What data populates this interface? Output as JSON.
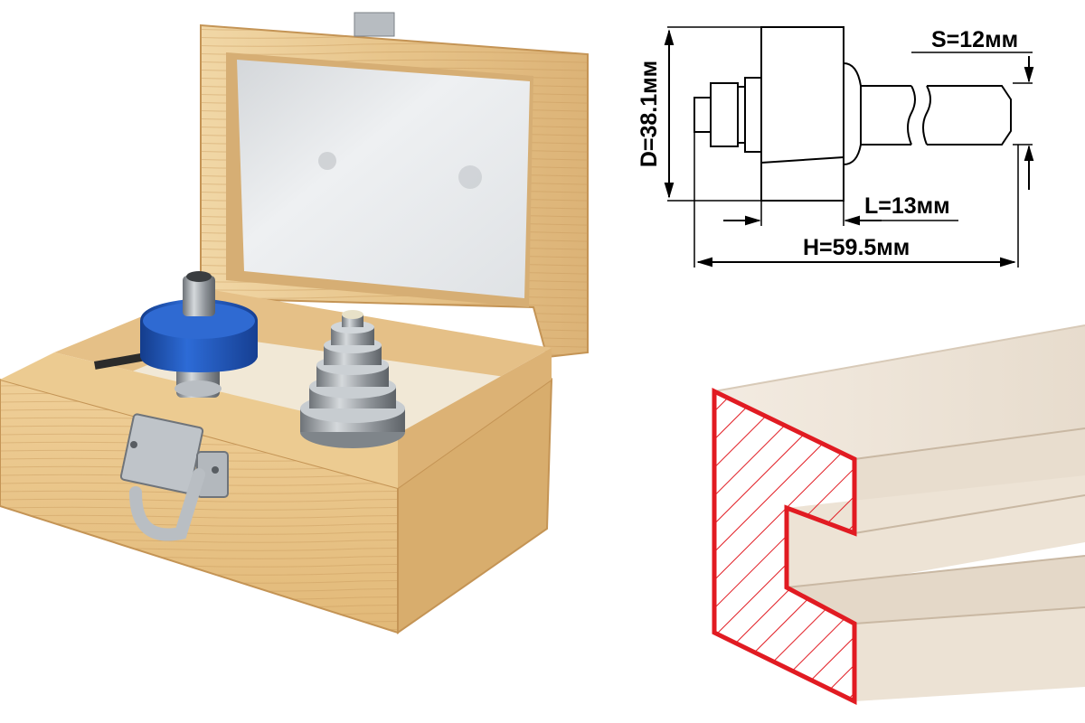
{
  "product_photo": {
    "subject": "wooden-case-with-router-bit-and-bearings",
    "colors": {
      "wood": "#e9c88f",
      "wood_dark": "#c99a5c",
      "foam": "#e6e8ea",
      "bit_blue": "#1f56b8",
      "steel": "#9aa0a6"
    }
  },
  "drawing": {
    "dimensions": {
      "diameter": "D=38.1мм",
      "shank": "S=12мм",
      "cut_length": "L=13мм",
      "total_length": "H=59.5мм"
    },
    "line_color": "#000000"
  },
  "profile": {
    "colors": {
      "board": "#efe5d8",
      "board_shade": "#e2d4c3",
      "section_stroke": "#e11b22"
    }
  }
}
